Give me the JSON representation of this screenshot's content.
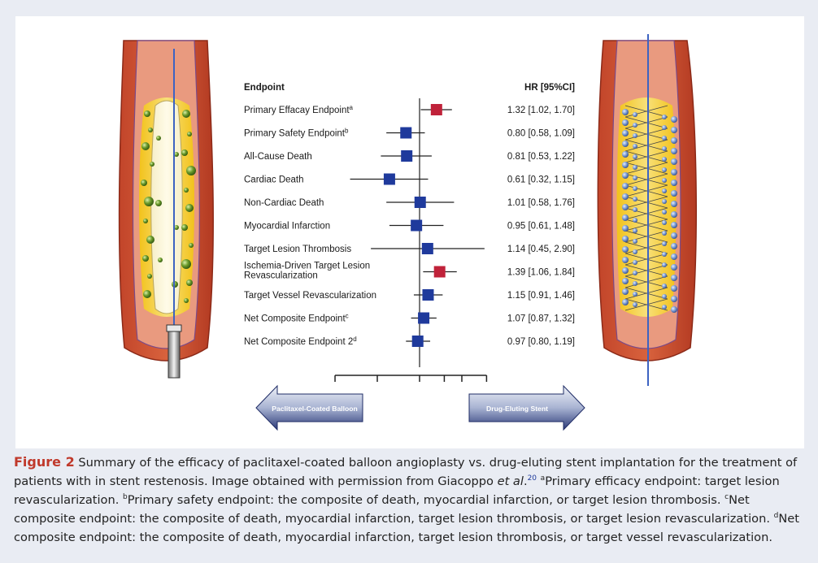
{
  "chart_data": {
    "type": "forest",
    "header": {
      "endpoint": "Endpoint",
      "hr": "HR [95%CI]"
    },
    "x_axis_ticks": [
      0.25,
      0.5,
      1,
      1.5,
      2,
      3
    ],
    "reference_line": 1,
    "rows": [
      {
        "label": "Primary Effacay Endpoint",
        "sup": "a",
        "hr": 1.32,
        "lo": 1.02,
        "hi": 1.7,
        "text": "1.32 [1.02, 1.70]",
        "color": "#c0223a"
      },
      {
        "label": "Primary Safety Endpoint",
        "sup": "b",
        "hr": 0.8,
        "lo": 0.58,
        "hi": 1.09,
        "text": "0.80 [0.58, 1.09]",
        "color": "#1f3a9c"
      },
      {
        "label": "All-Cause Death",
        "sup": "",
        "hr": 0.81,
        "lo": 0.53,
        "hi": 1.22,
        "text": "0.81 [0.53, 1.22]",
        "color": "#1f3a9c"
      },
      {
        "label": "Cardiac Death",
        "sup": "",
        "hr": 0.61,
        "lo": 0.32,
        "hi": 1.15,
        "text": "0.61 [0.32, 1.15]",
        "color": "#1f3a9c"
      },
      {
        "label": "Non-Cardiac Death",
        "sup": "",
        "hr": 1.01,
        "lo": 0.58,
        "hi": 1.76,
        "text": "1.01 [0.58, 1.76]",
        "color": "#1f3a9c"
      },
      {
        "label": "Myocardial Infarction",
        "sup": "",
        "hr": 0.95,
        "lo": 0.61,
        "hi": 1.48,
        "text": "0.95 [0.61, 1.48]",
        "color": "#1f3a9c"
      },
      {
        "label": "Target Lesion Thrombosis",
        "sup": "",
        "hr": 1.14,
        "lo": 0.45,
        "hi": 2.9,
        "text": "1.14 [0.45, 2.90]",
        "color": "#1f3a9c"
      },
      {
        "label": "Ischemia-Driven Target Lesion",
        "label2": "Revascularization",
        "sup": "",
        "hr": 1.39,
        "lo": 1.06,
        "hi": 1.84,
        "text": "1.39 [1.06, 1.84]",
        "color": "#c0223a"
      },
      {
        "label": "Target Vessel Revascularization",
        "sup": "",
        "hr": 1.15,
        "lo": 0.91,
        "hi": 1.46,
        "text": "1.15 [0.91, 1.46]",
        "color": "#1f3a9c"
      },
      {
        "label": "Net Composite Endpoint",
        "sup": "c",
        "hr": 1.07,
        "lo": 0.87,
        "hi": 1.32,
        "text": "1.07 [0.87, 1.32]",
        "color": "#1f3a9c"
      },
      {
        "label": "Net Composite Endpoint 2",
        "sup": "d",
        "hr": 0.97,
        "lo": 0.8,
        "hi": 1.19,
        "text": "0.97 [0.80, 1.19]",
        "color": "#1f3a9c"
      }
    ],
    "left_arrow_label": "Paclitaxel-Coated Balloon",
    "right_arrow_label": "Drug-Eluting Stent"
  },
  "caption": {
    "figure_label": "Figure 2",
    "text1": " Summary of the efficacy of paclitaxel-coated balloon angioplasty vs. drug-eluting stent implantation for the treatment of patients with in stent restenosis. Image obtained with permission from Giacoppo ",
    "et_al": "et al",
    "dot": ".",
    "ref": "20",
    "sup_a": "a",
    "text_a": "Primary efficacy endpoint: target lesion revascularization. ",
    "sup_b": "b",
    "text_b": "Primary safety endpoint: the composite of death, myocardial infarction, or target lesion thrombosis. ",
    "sup_c": "c",
    "text_c": "Net composite endpoint: the composite of death, myocardial infarction, target lesion thrombosis, or target lesion revascularization. ",
    "sup_d": "d",
    "text_d": "Net composite endpoint: the composite of death, myocardial infarction, target lesion thrombosis, or target vessel revascularization."
  }
}
